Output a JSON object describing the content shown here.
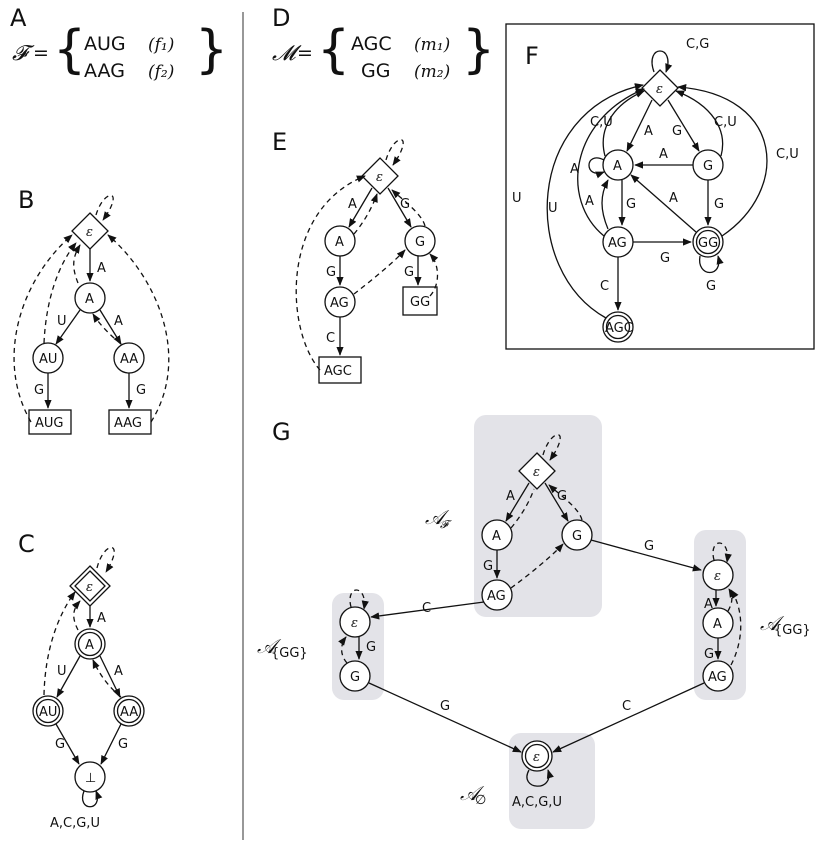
{
  "panels": {
    "a": "A",
    "b": "B",
    "c": "C",
    "d": "D",
    "e": "E",
    "f": "F",
    "g": "G"
  },
  "setF": {
    "symbol": "𝓕",
    "eq": "=",
    "items": [
      {
        "seq": "AUG",
        "name": "(f₁)"
      },
      {
        "seq": "AAG",
        "name": "(f₂)"
      }
    ]
  },
  "setM": {
    "symbol": "𝓜",
    "eq": "=",
    "items": [
      {
        "seq": "AGC",
        "name": "(m₁)"
      },
      {
        "seq": "GG",
        "name": "(m₂)"
      }
    ]
  },
  "nodes": {
    "eps": "ε",
    "a": "A",
    "au": "AU",
    "aa": "AA",
    "aug": "AUG",
    "aag": "AAG",
    "g": "G",
    "ag": "AG",
    "gg": "GG",
    "agc": "AGC",
    "bottom": "⊥"
  },
  "edges": {
    "a": "A",
    "c": "C",
    "g": "G",
    "u": "U",
    "cu": "C,U",
    "cg": "C,G",
    "all": "A,C,G,U"
  },
  "automata": {
    "AF": "𝒜",
    "AF_sub": "𝓕",
    "AGG": "𝒜",
    "AGG_sub": "{GG}",
    "A0": "𝒜",
    "A0_sub": "∅"
  }
}
